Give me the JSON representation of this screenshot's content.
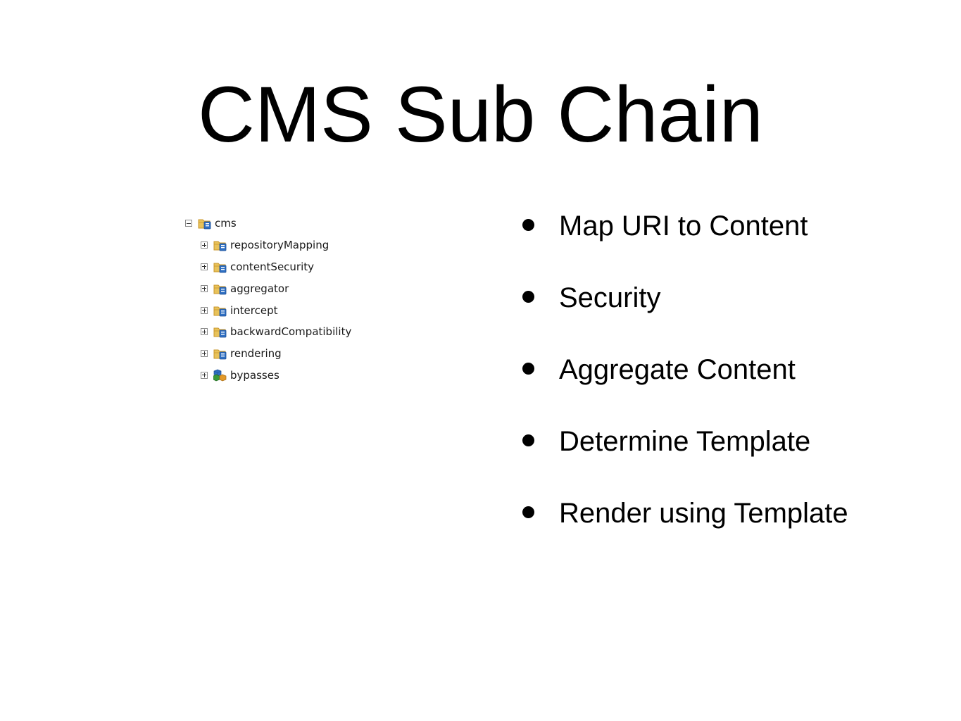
{
  "title": "CMS Sub Chain",
  "tree": {
    "root": {
      "label": "cms",
      "icon": "folder-icon",
      "expanded": true
    },
    "children": [
      {
        "label": "repositoryMapping",
        "icon": "folder-icon"
      },
      {
        "label": "contentSecurity",
        "icon": "folder-icon"
      },
      {
        "label": "aggregator",
        "icon": "folder-icon"
      },
      {
        "label": "intercept",
        "icon": "folder-icon"
      },
      {
        "label": "backwardCompatibility",
        "icon": "folder-icon"
      },
      {
        "label": "rendering",
        "icon": "folder-icon"
      },
      {
        "label": "bypasses",
        "icon": "cubes-icon"
      }
    ]
  },
  "bullets": [
    "Map URI to Content",
    "Security",
    "Aggregate Content",
    "Determine Template",
    "Render using Template"
  ],
  "colors": {
    "folder": "#e8c25a",
    "folder_dark": "#c9962a",
    "node_blue": "#2f6fc2",
    "cube_green": "#3a9a3a",
    "cube_blue": "#2f6fc2",
    "cube_orange": "#e39a2a"
  }
}
